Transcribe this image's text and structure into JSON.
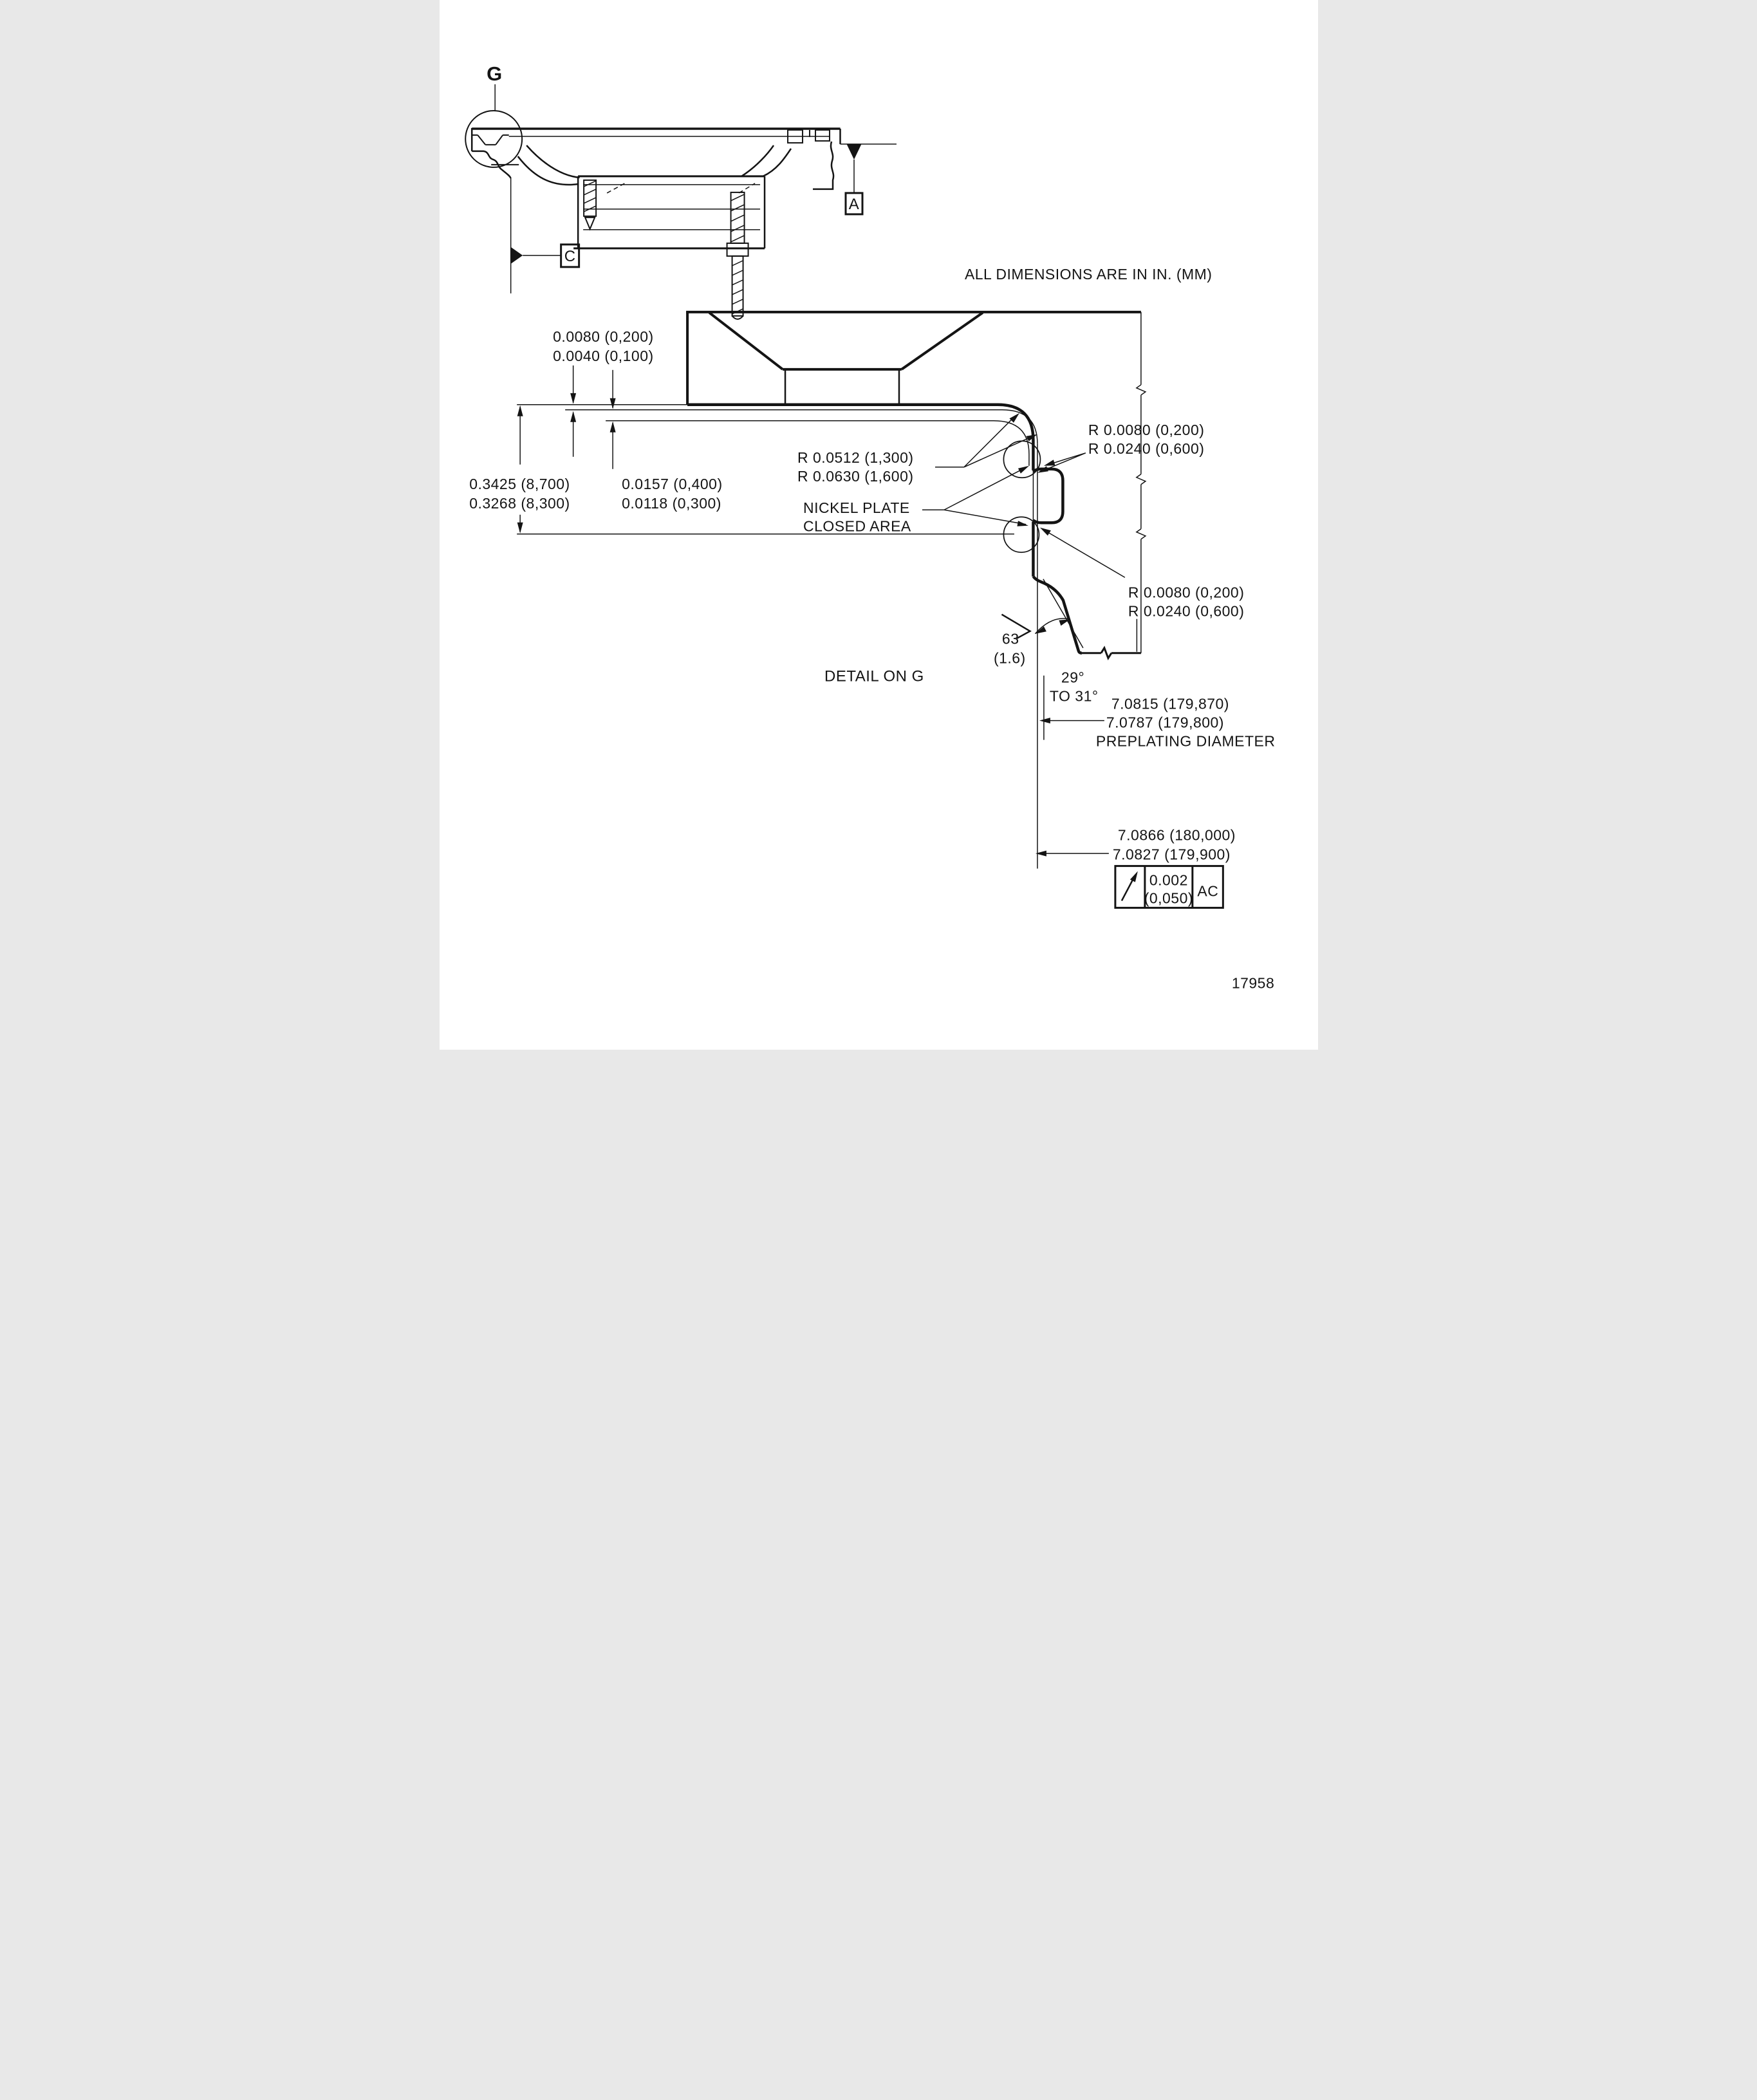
{
  "figure_number": "17958",
  "note": "ALL DIMENSIONS ARE IN IN. (MM)",
  "overview": {
    "detail_circle_label": "G",
    "datum_a": "A",
    "datum_c": "C"
  },
  "detail": {
    "title": "DETAIL ON G",
    "plate_gap_upper": {
      "line1": "0.0080 (0,200)",
      "line2": "0.0040 (0,100)"
    },
    "flange_height": {
      "line1": "0.3425 (8,700)",
      "line2": "0.3268 (8,300)"
    },
    "plate_gap_lower": {
      "line1": "0.0157 (0,400)",
      "line2": "0.0118 (0,300)"
    },
    "corner_radius": {
      "line1": "R 0.0512 (1,300)",
      "line2": "R 0.0630 (1,600)"
    },
    "nickel_note": {
      "line1": "NICKEL PLATE",
      "line2": "CLOSED AREA"
    },
    "bead_radius_upper": {
      "line1": "R 0.0080 (0,200)",
      "line2": "R 0.0240 (0,600)"
    },
    "bead_radius_lower": {
      "line1": "R 0.0080 (0,200)",
      "line2": "R 0.0240 (0,600)"
    },
    "surface_finish": {
      "value": "63",
      "metric": "(1.6)"
    },
    "angle": {
      "line1": "29°",
      "line2": "TO 31°"
    },
    "preplating": {
      "line1": "7.0815 (179,870)",
      "line2": "7.0787 (179,800)",
      "label": "PREPLATING DIAMETER"
    },
    "outer_diameter": {
      "line1": "7.0866 (180,000)",
      "line2": "7.0827 (179,900)"
    },
    "feature_control": {
      "tolerance": "0.002",
      "tolerance_mm": "(0,050)",
      "datum_ref": "AC"
    }
  }
}
